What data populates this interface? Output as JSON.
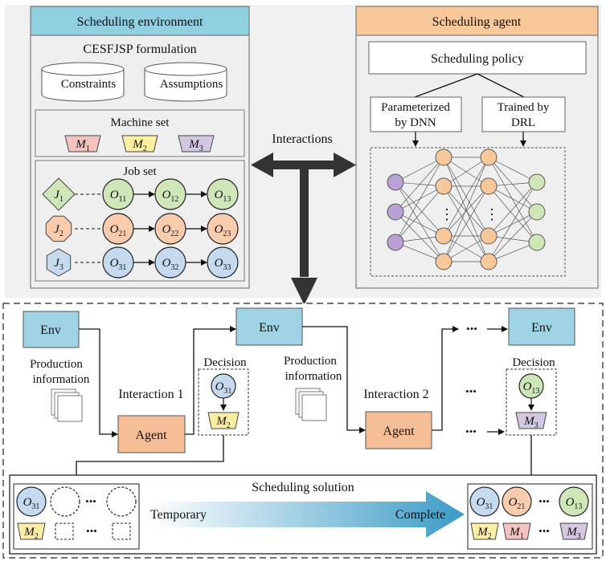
{
  "environment": {
    "title": "Scheduling environment",
    "formulation": "CESFJSP formulation",
    "constraints": "Constraints",
    "assumptions": "Assumptions",
    "machine_set": "Machine set",
    "job_set": "Job set",
    "machines": [
      {
        "letter": "M",
        "sub": "1",
        "color": "#f4c3c0"
      },
      {
        "letter": "M",
        "sub": "2",
        "color": "#fcefa4"
      },
      {
        "letter": "M",
        "sub": "3",
        "color": "#d5c7e2"
      }
    ],
    "jobs": [
      {
        "letter": "J",
        "sub": "1",
        "shape": "diamond",
        "color": "#cfe6b8",
        "ops": [
          "11",
          "12",
          "13"
        ],
        "op_color": "#cfe6b8"
      },
      {
        "letter": "J",
        "sub": "2",
        "shape": "octagon",
        "color": "#f9ccae",
        "ops": [
          "21",
          "22",
          "23"
        ],
        "op_color": "#f9ccae"
      },
      {
        "letter": "J",
        "sub": "3",
        "shape": "hexagon",
        "color": "#c5d9ef",
        "ops": [
          "31",
          "32",
          "33"
        ],
        "op_color": "#c5d9ef"
      }
    ]
  },
  "agent": {
    "title": "Scheduling agent",
    "policy": "Scheduling policy",
    "param_line1": "Parameterized",
    "param_line2": "by DNN",
    "trained_line1": "Trained by",
    "trained_line2": "DRL",
    "ellipsis": "⋮"
  },
  "interactions_label": "Interactions",
  "process": {
    "env": "Env",
    "agent": "Agent",
    "prod_line1": "Production",
    "prod_line2": "information",
    "interaction1": "Interaction 1",
    "interaction2": "Interaction 2",
    "decision": "Decision",
    "decision1_op": {
      "letter": "O",
      "sub": "31"
    },
    "decision1_machine": {
      "letter": "M",
      "sub": "2"
    },
    "decision2_op": {
      "letter": "O",
      "sub": "13"
    },
    "decision2_machine": {
      "letter": "M",
      "sub": "3"
    },
    "dots": "•••"
  },
  "solution": {
    "title": "Scheduling solution",
    "temporary": "Temporary",
    "complete": "Complete",
    "temp_op": {
      "letter": "O",
      "sub": "31"
    },
    "temp_machine": {
      "letter": "M",
      "sub": "2"
    },
    "final_ops": [
      {
        "letter": "O",
        "sub": "31"
      },
      {
        "letter": "O",
        "sub": "21"
      },
      {
        "letter": "O",
        "sub": "13"
      }
    ],
    "final_machines": [
      {
        "letter": "M",
        "sub": "2"
      },
      {
        "letter": "M",
        "sub": "1"
      },
      {
        "letter": "M",
        "sub": "3"
      }
    ],
    "dots": "•••"
  },
  "colors": {
    "env_header": "#8fcfe0",
    "agent_header": "#f8c79a",
    "env_box": "#9fd3e6",
    "agent_box": "#f6be96",
    "panel_bg": "#efefef",
    "input_node": "#b9a1d3",
    "hidden_node": "#f8c79a",
    "output_node": "#cfe6b8",
    "blue_op": "#c5d9ef",
    "orange_op": "#f9ccae",
    "green_op": "#cfe6b8",
    "m1": "#f4c3c0",
    "m2": "#fcefa4",
    "m3": "#d5c7e2"
  }
}
